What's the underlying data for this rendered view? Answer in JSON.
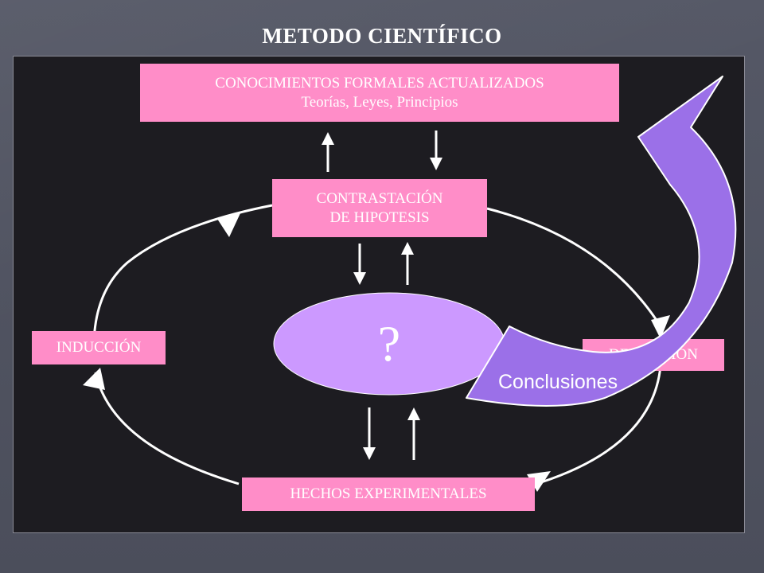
{
  "title": "METODO CIENTÍFICO",
  "nodes": {
    "conocimientos": {
      "line1": "CONOCIMIENTOS FORMALES ACTUALIZADOS",
      "line2": "Teorías, Leyes, Principios"
    },
    "contrastacion": {
      "line1": "CONTRASTACIÓN",
      "line2": "DE HIPOTESIS"
    },
    "induccion": "INDUCCIÓN",
    "deduccion": "DEDUCCIÓN",
    "hechos": "HECHOS EXPERIMENTALES",
    "center": "?",
    "conclusiones": "Conclusiones"
  },
  "colors": {
    "background": "#4b4e5b",
    "panel": "#1d1c21",
    "box": "#ff8dc8",
    "ellipse": "#cc99ff",
    "arrow_big": "#9b70e8",
    "text": "#ffffff"
  }
}
